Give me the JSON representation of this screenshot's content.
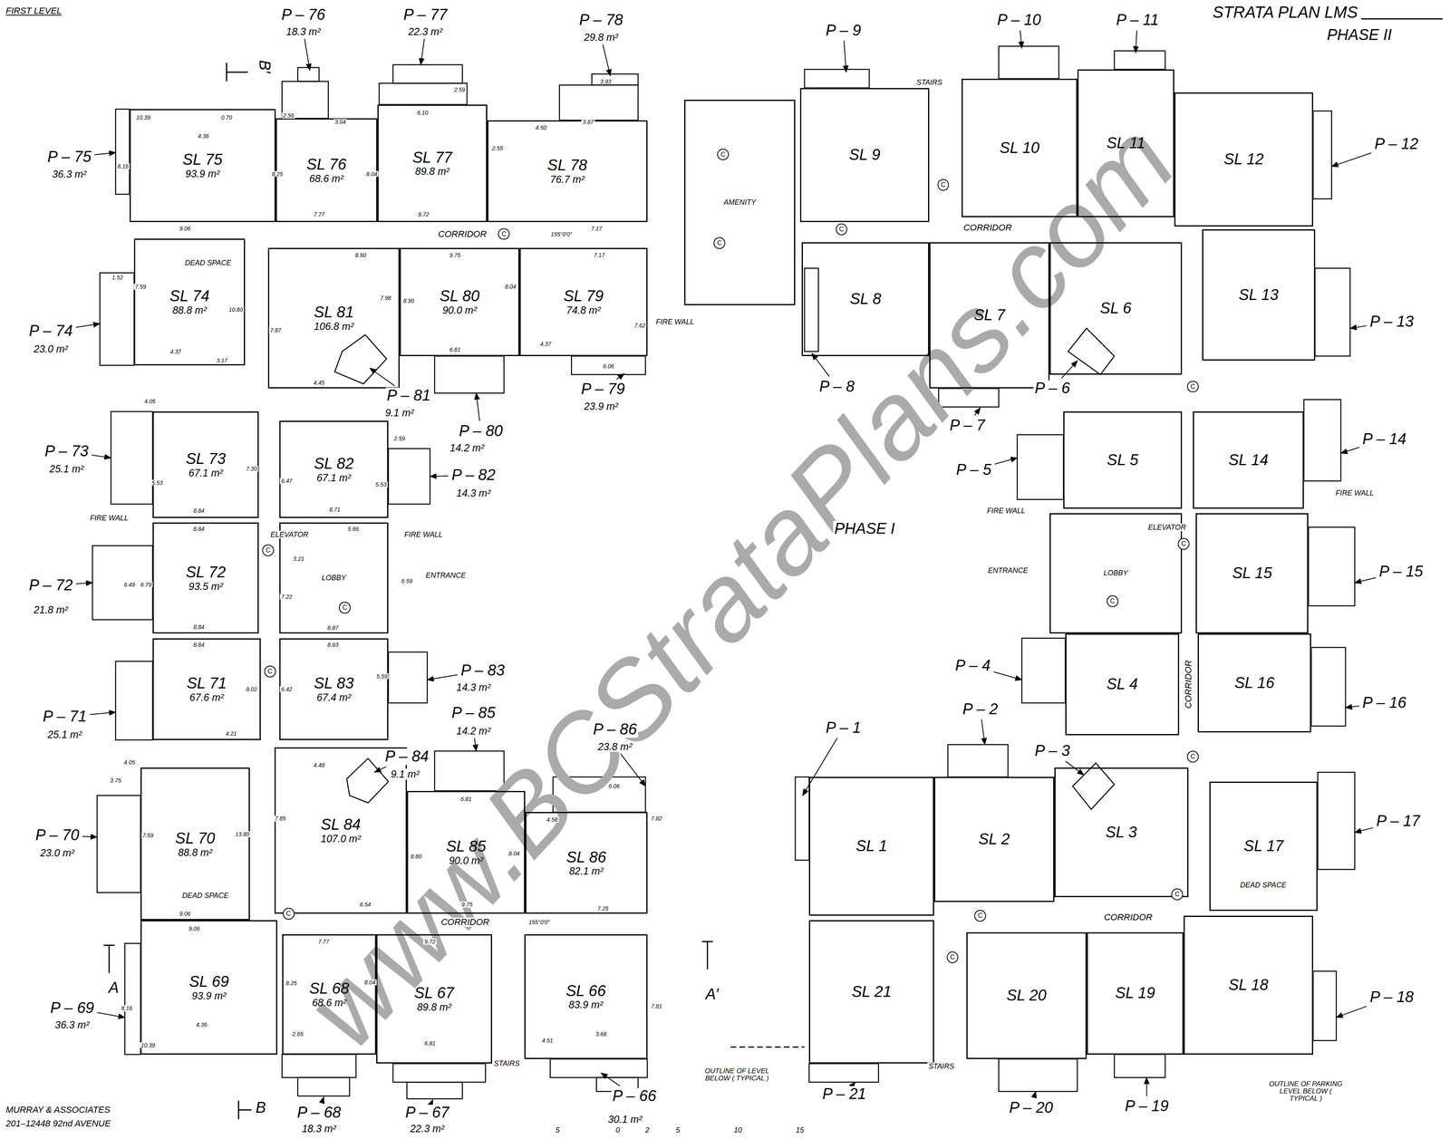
{
  "diagram": {
    "title": "STRATA PLAN LMS",
    "nodes": [
      {
        "text": [
          "SL 75",
          "93.9 m²"
        ]
      },
      {
        "text": [
          "SL 76",
          "68.6 m²"
        ]
      },
      {
        "text": [
          "SL 77",
          "89.8 m²"
        ]
      },
      {
        "text": [
          "SL 78",
          "76.7 m²"
        ]
      },
      {
        "text": [
          "SL 74",
          "88.8 m²"
        ]
      },
      {
        "text": [
          "SL 81",
          "106.8 m²"
        ]
      },
      {
        "text": [
          "SL 80",
          "90.0 m²"
        ]
      },
      {
        "text": [
          "SL 79",
          "74.8 m²"
        ]
      },
      {
        "text": [
          "SL 73",
          "67.1 m²"
        ]
      },
      {
        "text": [
          "SL 82",
          "67.1 m²"
        ]
      },
      {
        "text": [
          "SL 72",
          "93.5 m²"
        ]
      },
      {
        "text": [
          "LOBBY"
        ]
      },
      {
        "text": [
          "SL 71",
          "67.6 m²"
        ]
      },
      {
        "text": [
          "SL 83",
          "67.4 m²"
        ]
      },
      {
        "text": [
          "SL 70",
          "88.8 m²"
        ]
      },
      {
        "text": [
          "SL 84",
          "107.0 m²"
        ]
      },
      {
        "text": [
          "SL 85",
          "90.0 m²"
        ]
      },
      {
        "text": [
          "SL 86",
          "82.1 m²"
        ]
      },
      {
        "text": [
          "SL 69",
          "93.9 m²"
        ]
      },
      {
        "text": [
          "SL 68",
          "68.6 m²"
        ]
      },
      {
        "text": [
          "SL 67",
          "89.8 m²"
        ]
      },
      {
        "text": [
          "SL 66",
          "83.9 m²"
        ]
      },
      {
        "text": [
          "AMENITY"
        ]
      },
      {
        "text": [
          "SL 9"
        ]
      },
      {
        "text": [
          "SL 10"
        ]
      },
      {
        "text": [
          "SL 11"
        ]
      },
      {
        "text": [
          "SL 12"
        ]
      },
      {
        "text": [
          "SL 8"
        ]
      },
      {
        "text": [
          "SL 7"
        ]
      },
      {
        "text": [
          "SL 6"
        ]
      },
      {
        "text": [
          "SL 13"
        ]
      },
      {
        "text": [
          "SL 5"
        ]
      },
      {
        "text": [
          "SL 14"
        ]
      },
      {
        "text": [
          "LOBBY"
        ]
      },
      {
        "text": [
          "SL 15"
        ]
      },
      {
        "text": [
          "SL 4"
        ]
      },
      {
        "text": [
          "SL 16"
        ]
      },
      {
        "text": [
          "SL 1"
        ]
      },
      {
        "text": [
          "SL 2"
        ]
      },
      {
        "text": [
          "SL 3"
        ]
      },
      {
        "text": [
          "SL 17"
        ]
      },
      {
        "text": [
          "SL 21"
        ]
      },
      {
        "text": [
          "SL 20"
        ]
      },
      {
        "text": [
          "SL 19"
        ]
      },
      {
        "text": [
          "SL 18"
        ]
      }
    ],
    "labels": [
      "FIRST LEVEL",
      "PHASE II",
      "P – 76",
      "18.3 m²",
      "P – 77",
      "22.3 m²",
      "P – 78",
      "29.8 m²",
      "P – 75",
      "36.3 m²",
      "P – 74",
      "23.0 m²",
      "P – 81",
      "9.1 m²",
      "P – 80",
      "14.2 m²",
      "P – 79",
      "23.9 m²",
      "P – 82",
      "14.3 m²",
      "P – 73",
      "25.1 m²",
      "P – 72",
      "21.8 m²",
      "P – 83",
      "14.3 m²",
      "P – 71",
      "25.1 m²",
      "P – 85",
      "14.2 m²",
      "P – 86",
      "23.8 m²",
      "P – 84",
      "9.1 m²",
      "P – 70",
      "23.0 m²",
      "P – 69",
      "36.3 m²",
      "P – 68",
      "18.3 m²",
      "P – 67",
      "22.3 m²",
      "P – 66",
      "30.1 m²",
      "P – 9",
      "P – 10",
      "P – 11",
      "P – 12",
      "P – 13",
      "P – 8",
      "P – 7",
      "P – 6",
      "P – 14",
      "P – 5",
      "P – 15",
      "P – 4",
      "P – 2",
      "P – 1",
      "P – 3",
      "P – 16",
      "P – 17",
      "P – 18",
      "P – 21",
      "P – 20",
      "P – 19",
      "CORRIDOR",
      "CORRIDOR",
      "CORRIDOR",
      "CORRIDOR",
      "CORRIDOR",
      "ELEVATOR",
      "ENTRANCE",
      "ELEVATOR",
      "ENTRANCE",
      "FIRE WALL",
      "FIRE WALL",
      "FIRE WALL",
      "FIRE WALL",
      "FIRE WALL",
      "STAIRS",
      "STAIRS",
      "STAIRS",
      "DEAD SPACE",
      "DEAD SPACE",
      "DEAD SPACE",
      "OUTLINE OF LEVEL BELOW ( TYPICAL )",
      "OUTLINE OF PARKING LEVEL BELOW ( TYPICAL )",
      "PHASE I",
      "A",
      "A′",
      "B",
      "B′",
      "MURRAY & ASSOCIATES",
      "201–12448 92nd AVENUE",
      "5",
      "0",
      "2",
      "5",
      "10",
      "15",
      "155°0′0″",
      "155°0′0″",
      "C",
      "C",
      "C",
      "C",
      "C",
      "C",
      "C",
      "C",
      "C",
      "C",
      "C",
      "C",
      "C",
      "C",
      "C",
      "C",
      "www.BCStrataPlans.com",
      "10.39",
      "0.70",
      "4.36",
      "8.16",
      "9.06",
      "8.25",
      "2.56",
      "3.04",
      "7.77",
      "6.10",
      "8.04",
      "9.72",
      "2.59",
      "4.50",
      "3.87",
      "7.17",
      "2.55",
      "3.93",
      "7.59",
      "4.37",
      "3.17",
      "10.80",
      "1.52",
      "8.50",
      "7.87",
      "4.45",
      "7.98",
      "9.75",
      "6.81",
      "8.90",
      "8.04",
      "7.17",
      "4.37",
      "6.06",
      "7.62",
      "4.05",
      "8.84",
      "7.30",
      "5.53",
      "8.71",
      "6.47",
      "5.53",
      "2.59",
      "8.84",
      "6.79",
      "8.84",
      "6.49",
      "5.66",
      "7.22",
      "6.59",
      "8.87",
      "3.21",
      "8.84",
      "4.21",
      "8.02",
      "4.05",
      "8.63",
      "6.42",
      "5.59",
      "3.75",
      "7.59",
      "13.80",
      "9.06",
      "7.85",
      "6.54",
      "4.48",
      "6.81",
      "8.80",
      "9.75",
      "8.04",
      "4.58",
      "6.06",
      "7.82",
      "7.25",
      "9.06",
      "10.39",
      "4.36",
      "8.16",
      "7.77",
      "8.25",
      "2.65",
      "9.72",
      "6.81",
      "8.04",
      "4.51",
      "7.81",
      "3.68"
    ]
  }
}
